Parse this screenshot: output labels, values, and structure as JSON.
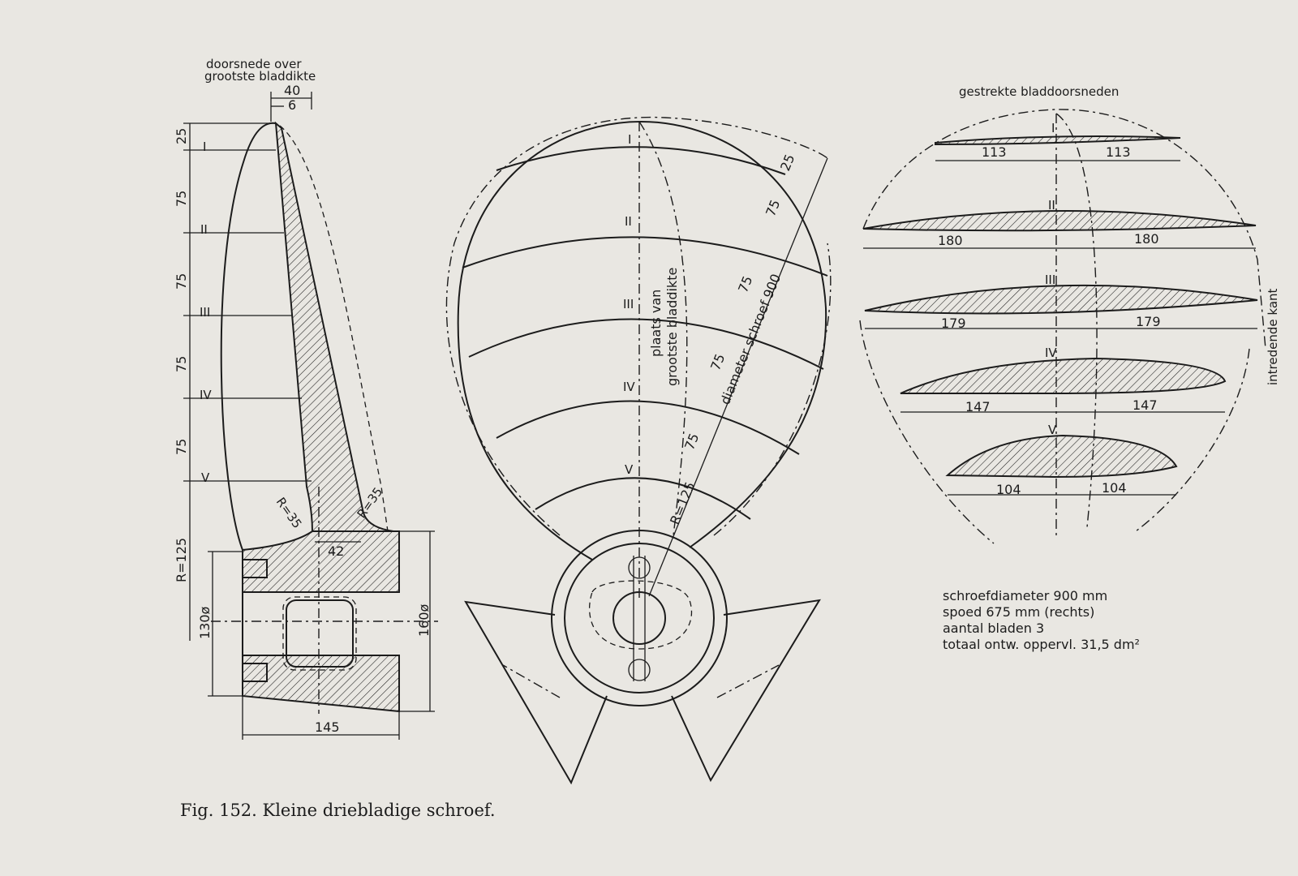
{
  "side_view": {
    "section_title_line1": "doorsnede over",
    "section_title_line2": "grootste bladdikte",
    "dim_40": "40",
    "dim_6": "6",
    "dim_25": "25",
    "dim_75_a": "75",
    "dim_75_b": "75",
    "dim_75_c": "75",
    "dim_75_d": "75",
    "dim_r125": "R=125",
    "dim_r35_left": "R=35",
    "dim_r35_right": "R=35",
    "dim_42": "42",
    "dim_130": "130ø",
    "dim_160": "160ø",
    "dim_145": "145",
    "station_1": "I",
    "station_2": "II",
    "station_3": "III",
    "station_4": "IV",
    "station_5": "V"
  },
  "front_view": {
    "station_1": "I",
    "station_2": "II",
    "station_3": "III",
    "station_4": "IV",
    "station_5": "V",
    "label_plaats_line1": "plaats van",
    "label_plaats_line2": "grootste bladdikte",
    "label_diameter": "diameter schroef 900",
    "dim_25": "25",
    "dim_75_a": "75",
    "dim_75_b": "75",
    "dim_75_c": "75",
    "dim_75_d": "75",
    "dim_r125": "R=125"
  },
  "sections": {
    "title": "gestrekte bladdoorsneden",
    "edge_label": "intredende kant",
    "rows": [
      {
        "station": "I",
        "left": "113",
        "right": "113"
      },
      {
        "station": "II",
        "left": "180",
        "right": "180"
      },
      {
        "station": "III",
        "left": "179",
        "right": "179"
      },
      {
        "station": "IV",
        "left": "147",
        "right": "147"
      },
      {
        "station": "V",
        "left": "104",
        "right": "104"
      }
    ]
  },
  "specs": {
    "line1": "schroefdiameter 900 mm",
    "line2": "spoed 675 mm (rechts)",
    "line3": "aantal bladen 3",
    "line4": "totaal ontw. oppervl. 31,5 dm²"
  },
  "caption": "Fig. 152.  Kleine driebladige schroef."
}
